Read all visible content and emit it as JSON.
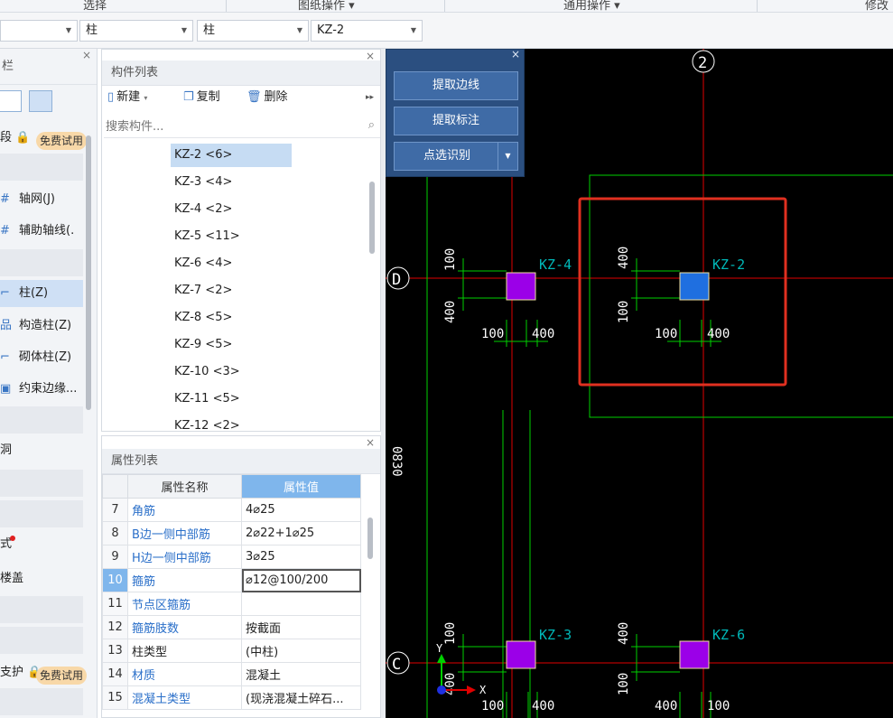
{
  "ribbon": {
    "groups": [
      "选择",
      "图纸操作",
      "通用操作",
      "修改"
    ]
  },
  "selectors": [
    {
      "value": ""
    },
    {
      "value": "柱"
    },
    {
      "value": "柱"
    },
    {
      "value": "KZ-2"
    }
  ],
  "nav": {
    "title": "栏",
    "trial_label": "免费试用",
    "items": [
      {
        "icon": "",
        "label": "段 🔒"
      },
      {
        "icon": "#",
        "label": "轴网(J)"
      },
      {
        "icon": "#",
        "label": "辅助轴线(."
      },
      {
        "icon": "⌐",
        "label": "柱(Z)"
      },
      {
        "icon": "品",
        "label": "构造柱(Z)"
      },
      {
        "icon": "⌐",
        "label": "砌体柱(Z)"
      },
      {
        "icon": "▣",
        "label": "约束边缘..."
      },
      {
        "icon": "",
        "label": "洞"
      },
      {
        "icon": "",
        "label": "式"
      },
      {
        "icon": "",
        "label": "楼盖"
      },
      {
        "icon": "",
        "label": "支护 🔒"
      }
    ]
  },
  "component_list": {
    "title": "构件列表",
    "toolbar": {
      "new": "新建",
      "copy": "复制",
      "delete": "删除"
    },
    "search_placeholder": "搜索构件...",
    "items": [
      "KZ-2 <6>",
      "KZ-3 <4>",
      "KZ-4 <2>",
      "KZ-5 <11>",
      "KZ-6 <4>",
      "KZ-7 <2>",
      "KZ-8 <5>",
      "KZ-9 <5>",
      "KZ-10 <3>",
      "KZ-11 <5>",
      "KZ-12 <2>"
    ]
  },
  "property_list": {
    "title": "属性列表",
    "col_name": "属性名称",
    "col_value": "属性值",
    "rows": [
      {
        "n": "7",
        "name": "角筋",
        "value": "4⌀25"
      },
      {
        "n": "8",
        "name": "B边一侧中部筋",
        "value": "2⌀22+1⌀25"
      },
      {
        "n": "9",
        "name": "H边一侧中部筋",
        "value": "3⌀25"
      },
      {
        "n": "10",
        "name": "箍筋",
        "value": "⌀12@100/200"
      },
      {
        "n": "11",
        "name": "节点区箍筋",
        "value": ""
      },
      {
        "n": "12",
        "name": "箍筋肢数",
        "value": "按截面"
      },
      {
        "n": "13",
        "name": "柱类型",
        "value": "(中柱)"
      },
      {
        "n": "14",
        "name": "材质",
        "value": "混凝土"
      },
      {
        "n": "15",
        "name": "混凝土类型",
        "value": "(现浇混凝土碎石..."
      }
    ]
  },
  "recognition_panel": {
    "buttons": [
      "提取边线",
      "提取标注",
      "点选识别"
    ]
  },
  "cad": {
    "axis_labels": [
      "2",
      "D",
      "C"
    ],
    "column_labels": [
      "KZ-4",
      "KZ-2",
      "KZ-3",
      "KZ-6"
    ],
    "dim_labels": [
      "100",
      "400",
      "100",
      "400",
      "400",
      "100",
      "100",
      "400",
      "100",
      "400",
      "400",
      "100",
      "100",
      "400",
      "400",
      "100",
      "0830"
    ],
    "colors": {
      "column": "#9b00e8",
      "selected_column": "#1f6fe0",
      "axis": "#e00000",
      "dim": "#00d000",
      "label": "#00b8b8",
      "highlight": "#e03020"
    }
  }
}
